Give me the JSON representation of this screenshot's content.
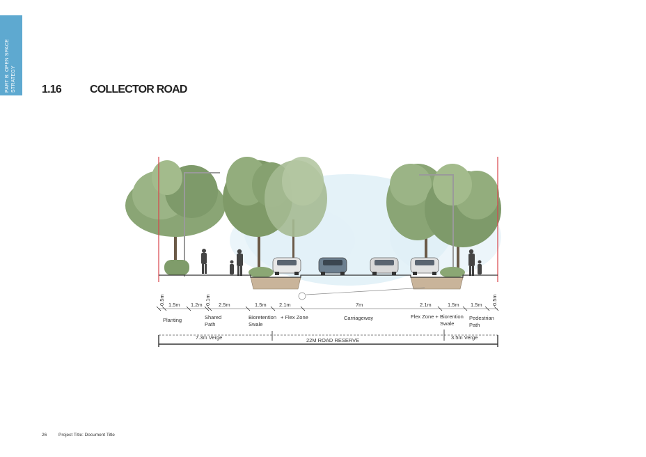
{
  "side_tab": {
    "line1": "PART B: OPEN SPACE",
    "line2": "STRATEGY",
    "color": "#5ea9d0"
  },
  "section": {
    "number": "1.16",
    "title": "COLLECTOR ROAD"
  },
  "dimensions": [
    {
      "id": "d1",
      "text": "0.5m"
    },
    {
      "id": "d2",
      "text": "1.5m"
    },
    {
      "id": "d3",
      "text": "1.2m"
    },
    {
      "id": "d4",
      "text": "0.1m"
    },
    {
      "id": "d5",
      "text": "2.5m"
    },
    {
      "id": "d6",
      "text": "1.5m"
    },
    {
      "id": "d7",
      "text": "2.1m"
    },
    {
      "id": "d8",
      "text": "7m"
    },
    {
      "id": "d9",
      "text": "2.1m"
    },
    {
      "id": "d10",
      "text": "1.5m"
    },
    {
      "id": "d11",
      "text": "1.5m"
    },
    {
      "id": "d12",
      "text": "0.5m"
    }
  ],
  "zones": {
    "planting": "Planting",
    "shared_path_1": "Shared",
    "shared_path_2": "Path",
    "bioretention_left_1": "Bioretention",
    "bioretention_left_2": "Swale",
    "flex_left": "+ Flex Zone",
    "carriageway": "Carriageway",
    "flex_right": "Flex Zone +",
    "bioretention_right_1": "Biorention",
    "bioretention_right_2": "Swale",
    "pedestrian_1": "Pedestrian",
    "pedestrian_2": "Path"
  },
  "reserve": {
    "left_verge": "7.3m Verge",
    "total": "22M ROAD RESERVE",
    "right_verge": "3.5m Verge"
  },
  "footer": {
    "page": "26",
    "doc_title": "Project Title: Document Title"
  }
}
